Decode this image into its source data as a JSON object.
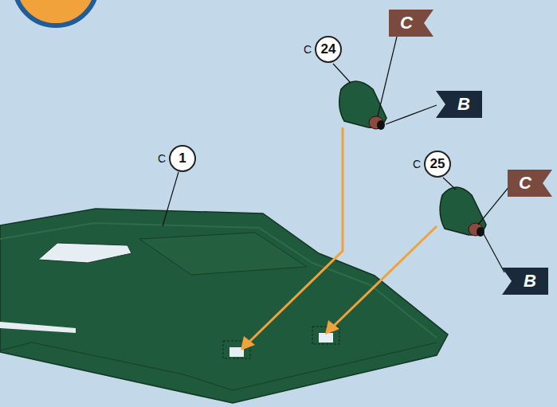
{
  "diagram": {
    "nodes": [
      {
        "text": [
          "C",
          "24"
        ]
      },
      {
        "text": [
          "C"
        ]
      },
      {
        "text": [
          "B"
        ]
      },
      {
        "text": [
          "C",
          "1"
        ]
      },
      {
        "text": [
          "C",
          "25"
        ]
      },
      {
        "text": [
          "C"
        ]
      },
      {
        "text": [
          "B"
        ]
      }
    ]
  }
}
